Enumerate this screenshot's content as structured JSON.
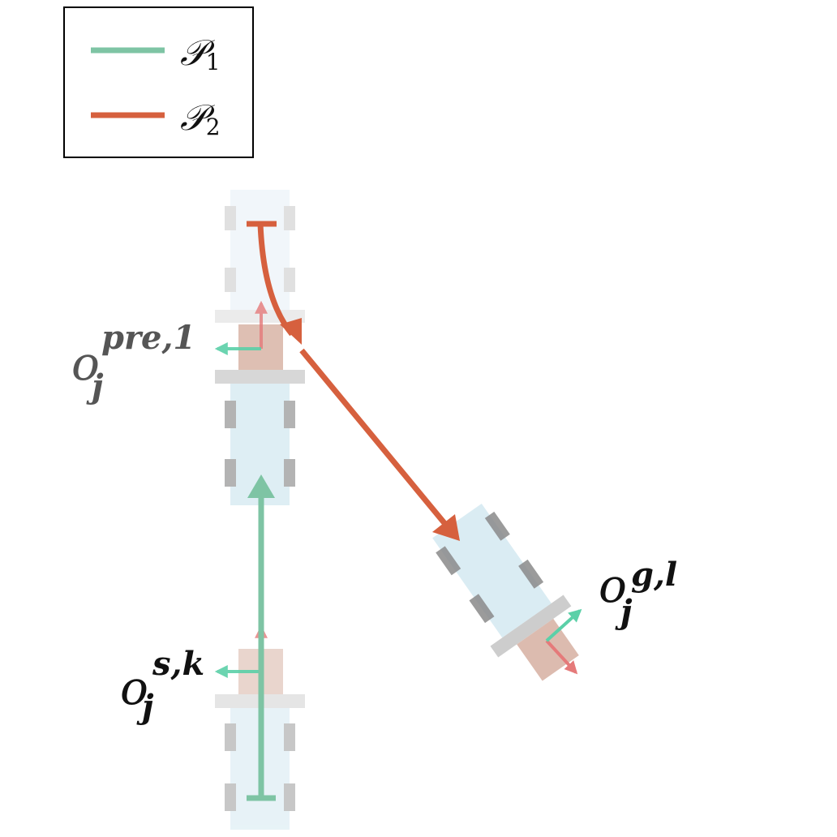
{
  "legend": {
    "items": [
      {
        "symbol": "𝒫",
        "sub": "1",
        "color": "#7ec4a4"
      },
      {
        "symbol": "𝒫",
        "sub": "2",
        "color": "#d6603e"
      }
    ]
  },
  "labels": {
    "pre": {
      "base": "o",
      "sub": "j",
      "sup": "pre,1",
      "color": "#555555"
    },
    "start": {
      "base": "o",
      "sub": "j",
      "sup": "s,k",
      "color": "#111111"
    },
    "goal": {
      "base": "o",
      "sub": "j",
      "sup": "g,l",
      "color": "#111111"
    }
  },
  "colors": {
    "path1": "#7ec4a4",
    "path2": "#d6603e",
    "frame_x": "#e57a7a",
    "frame_y": "#5bd0a8",
    "vehicle_body": "#d4e9f1",
    "vehicle_wheel": "#7a7a7a",
    "object_box": "#d8b4a6",
    "bumper": "#c8c8c8"
  },
  "icons": [
    "pre-grasp-vehicle",
    "start-vehicle",
    "goal-vehicle",
    "path-1-arrow",
    "path-2-arrow"
  ]
}
